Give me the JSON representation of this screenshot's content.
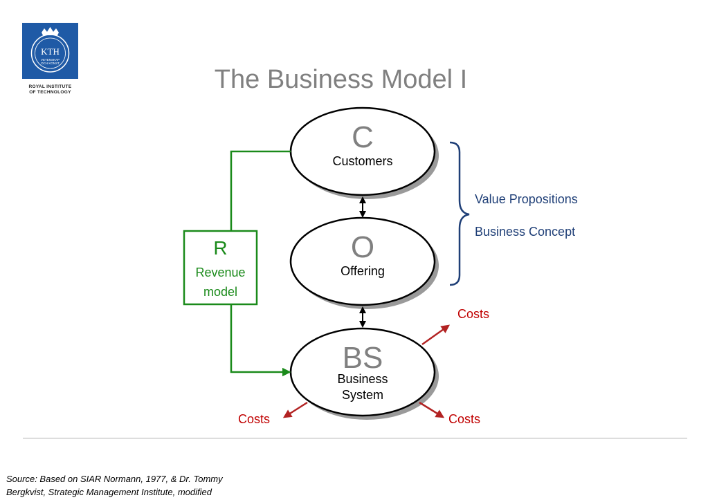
{
  "logo": {
    "text": "KTH",
    "small_text_1": "VETENSKAP",
    "small_text_2": "OCH KONST",
    "caption_line1": "ROYAL INSTITUTE",
    "caption_line2": "OF TECHNOLOGY",
    "color": "#1f5aa6"
  },
  "title": "The Business Model I",
  "nodes": {
    "customers": {
      "letter": "C",
      "label": "Customers"
    },
    "offering": {
      "letter": "O",
      "label": "Offering"
    },
    "business_system": {
      "letter": "BS",
      "label_line1": "Business",
      "label_line2": "System"
    }
  },
  "revenue": {
    "letter": "R",
    "label_line1": "Revenue",
    "label_line2": "model",
    "color": "#1a8a1a"
  },
  "brace_labels": {
    "line1": "Value Propositions",
    "line2": "Business Concept",
    "color": "#1f3f77"
  },
  "costs": {
    "label": "Costs",
    "color": "#c00000"
  },
  "source": {
    "line1": "Source:  Based on SIAR Normann, 1977, & Dr. Tommy",
    "line2": "Bergkvist, Strategic Management Institute, modified"
  }
}
